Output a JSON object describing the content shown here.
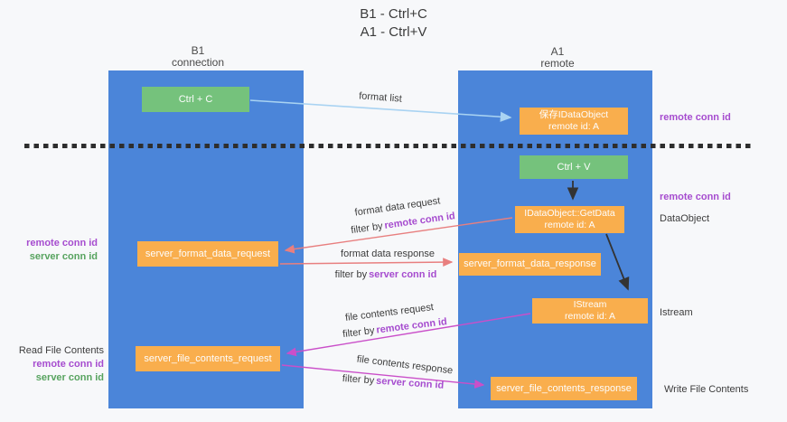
{
  "title": {
    "line1": "B1 - Ctrl+C",
    "line2": "A1 - Ctrl+V"
  },
  "columns": {
    "left": {
      "name": "B1",
      "role": "connection"
    },
    "right": {
      "name": "A1",
      "role": "remote"
    }
  },
  "boxes": {
    "ctrl_c": {
      "label": "Ctrl + C"
    },
    "save_idataobject": {
      "line1": "保存IDataObject",
      "line2": "remote id: A"
    },
    "ctrl_v": {
      "label": "Ctrl + V"
    },
    "getdata": {
      "line1": "IDataObject::GetData",
      "line2": "remote id: A"
    },
    "format_request": {
      "label": "server_format_data_request"
    },
    "format_response": {
      "label": "server_format_data_response"
    },
    "istream": {
      "line1": "IStream",
      "line2": "remote id: A"
    },
    "file_request": {
      "label": "server_file_contents_request"
    },
    "file_response": {
      "label": "server_file_contents_response"
    }
  },
  "flow_labels": {
    "format_list": "format list",
    "format_data_request": "format data request",
    "format_data_response": "format data response",
    "file_contents_request": "file contents request",
    "file_contents_response": "file contents response",
    "filter_by": "filter by",
    "remote_conn_id": "remote conn id",
    "server_conn_id": "server conn id"
  },
  "side_labels": {
    "left_remote_conn_id": "remote conn id",
    "left_server_conn_id": "server conn id",
    "read_file_contents": "Read File Contents",
    "read_remote_conn_id": "remote conn id",
    "read_server_conn_id": "server conn id",
    "right_remote_conn_id_top": "remote conn id",
    "right_remote_conn_id_mid": "remote conn id",
    "data_object": "DataObject",
    "istream": "Istream",
    "write_file_contents": "Write File Contents"
  },
  "colors": {
    "background": "#f7f8fa",
    "lifeline_blue": "#4b85d9",
    "box_green": "#75c27c",
    "box_orange": "#f9ae4d",
    "purple_text": "#a64ccf",
    "green_text": "#57a35f",
    "arrow_light_blue": "#a9d3f2",
    "arrow_red": "#e87f7f",
    "arrow_magenta": "#ca4fc9",
    "arrow_black": "#333333",
    "divider_black": "#2e2e2e"
  }
}
